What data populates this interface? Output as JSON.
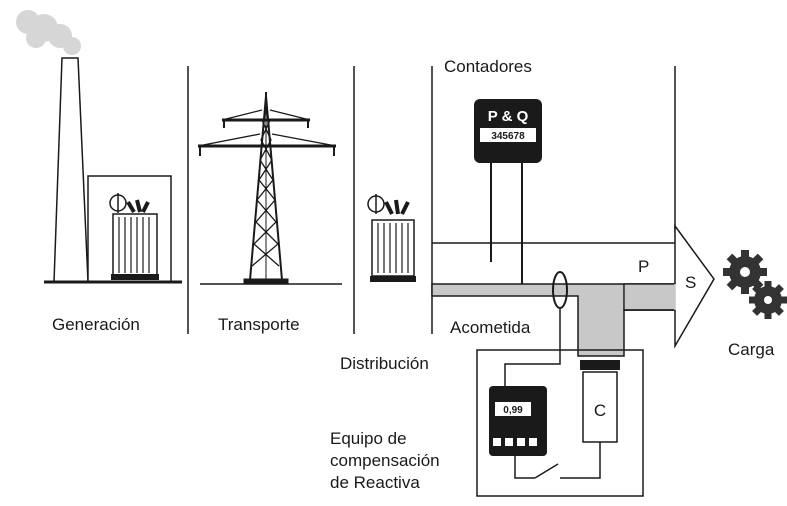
{
  "labels": {
    "generation": "Generación",
    "transport": "Transporte",
    "meters": "Contadores",
    "service_line": "Acometida",
    "distribution": "Distribución",
    "load": "Carga",
    "compensation_line1": "Equipo de",
    "compensation_line2": "compensación",
    "compensation_line3": "de Reactiva"
  },
  "meter": {
    "title": "P & Q",
    "reading": "345678"
  },
  "pf_meter": {
    "reading": "0,99"
  },
  "vectors": {
    "active": "P",
    "apparent": "S"
  },
  "capacitor": {
    "label": "C"
  },
  "colors": {
    "line": "#1a1a1a",
    "bus_fill": "#c8c8c8",
    "smoke": "#d6d6d6",
    "gear": "#333333"
  }
}
